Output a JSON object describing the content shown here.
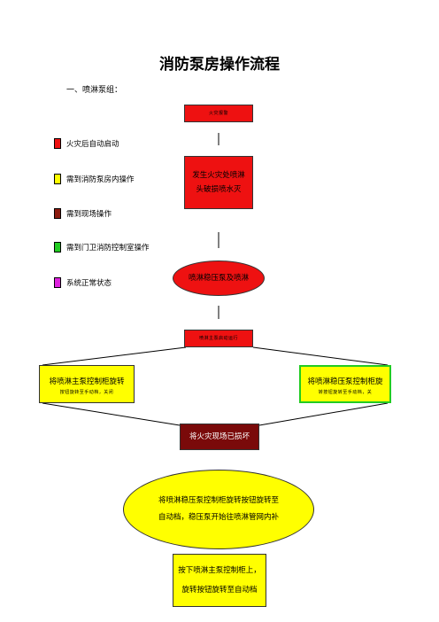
{
  "title": "消防泵房操作流程",
  "subtitle": "一、喷淋泵组：",
  "colors": {
    "red": "#ee1111",
    "yellow": "#ffff00",
    "brown": "#8b1a0e",
    "green": "#22cc22",
    "magenta": "#dd22dd",
    "dark_red": "#7a0a0a"
  },
  "legend": [
    {
      "color": "red",
      "label": "火灾后自动启动"
    },
    {
      "color": "yellow",
      "label": "需到消防泵房内操作"
    },
    {
      "color": "brown",
      "label": "需到现场操作"
    },
    {
      "color": "green",
      "label": "需到门卫消防控制室操作"
    },
    {
      "color": "magenta",
      "label": "系统正常状态"
    }
  ],
  "nodes": {
    "top_box": {
      "text": "火灾报警"
    },
    "fire_box": {
      "line1": "发生火灾处喷淋",
      "line2": "头破损喷水灭"
    },
    "pump_ellipse": {
      "text": "喷淋稳压泵及喷淋"
    },
    "split_box": {
      "text": "喷淋主泵启动运行"
    },
    "left_box": {
      "line1": "将喷淋主泵控制柜旋转",
      "line2": "按钮旋转至手动档，关闭"
    },
    "right_box": {
      "line1": "将喷淋稳压泵控制柜旋",
      "line2": "转按钮旋转至手动档，关"
    },
    "damaged_box": {
      "text": "将火灾现场已损坏"
    },
    "bottom_ellipse": {
      "line1": "将喷淋稳压泵控制柜旋转按钮旋转至",
      "line2": "自动档，稳压泵开始往喷淋管网内补"
    },
    "final_box": {
      "line1": "按下喷淋主泵控制柜上，",
      "line2": "旋转按钮旋转至自动档"
    }
  }
}
